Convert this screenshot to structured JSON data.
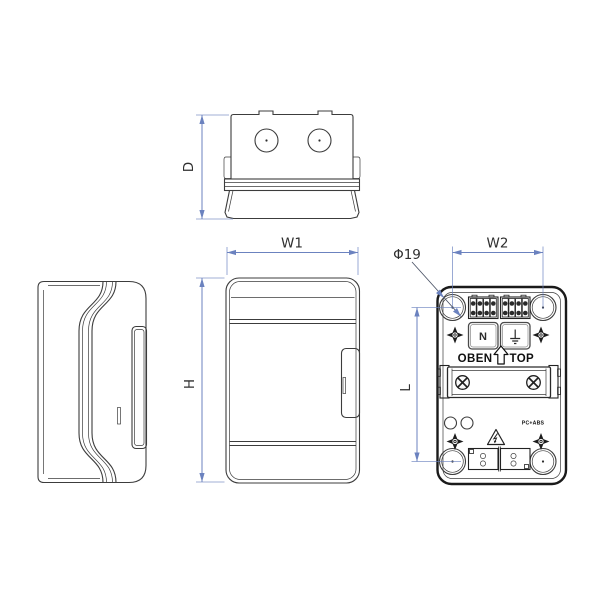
{
  "page": {
    "background": "#ffffff",
    "description": "technical drawing of plastic electrical enclosure, four views with dimensions"
  },
  "labels": {
    "dim_depth": "D",
    "dim_width_front": "W1",
    "dim_height": "H",
    "dim_width_back": "W2",
    "dim_hole_spacing": "L",
    "dim_hole_diameter": "Φ19"
  },
  "back_view": {
    "brand_left": "OBEN",
    "brand_right": "TOP",
    "neutral_terminal": "N",
    "material": "PC+ABS"
  },
  "icons": {
    "up_arrow": "up-arrow-icon",
    "earth_ground": "earth-ground-icon",
    "warning_lightning": "warning-lightning-icon",
    "phillips_screw": "phillips-screw-icon",
    "mounting_cross": "four-point-mount-icon"
  },
  "colors": {
    "dimension_line": "#6b82bf",
    "dimension_text": "#2f2f2f",
    "object_line": "#3c3c3c",
    "dark_outline": "#1a1a1a"
  }
}
